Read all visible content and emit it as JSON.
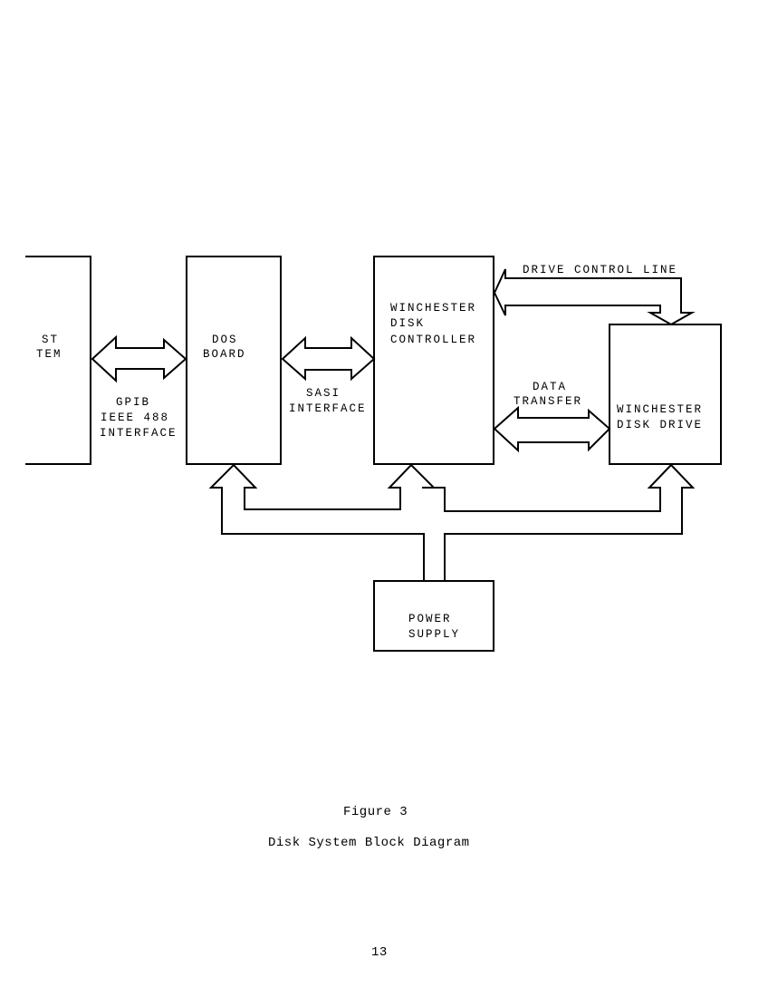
{
  "diagram": {
    "blocks": {
      "host_system": {
        "lines": [
          "ST",
          "TEM"
        ]
      },
      "dos_board": {
        "lines": [
          "DOS",
          "BOARD"
        ]
      },
      "controller": {
        "lines": [
          "WINCHESTER",
          "DISK",
          "CONTROLLER"
        ]
      },
      "drive": {
        "lines": [
          "WINCHESTER",
          "DISK DRIVE"
        ]
      },
      "power_supply": {
        "lines": [
          "POWER",
          "SUPPLY"
        ]
      }
    },
    "links": {
      "gpib": {
        "lines": [
          "GPIB",
          "IEEE 488",
          "INTERFACE"
        ]
      },
      "sasi": {
        "lines": [
          "SASI",
          "INTERFACE"
        ]
      },
      "drive_control": {
        "lines": [
          "DRIVE CONTROL LINE"
        ]
      },
      "data_transfer": {
        "lines": [
          "DATA",
          "TRANSFER"
        ]
      }
    }
  },
  "caption": {
    "figure": "Figure 3",
    "title": "Disk System Block Diagram"
  },
  "page_number": "13"
}
